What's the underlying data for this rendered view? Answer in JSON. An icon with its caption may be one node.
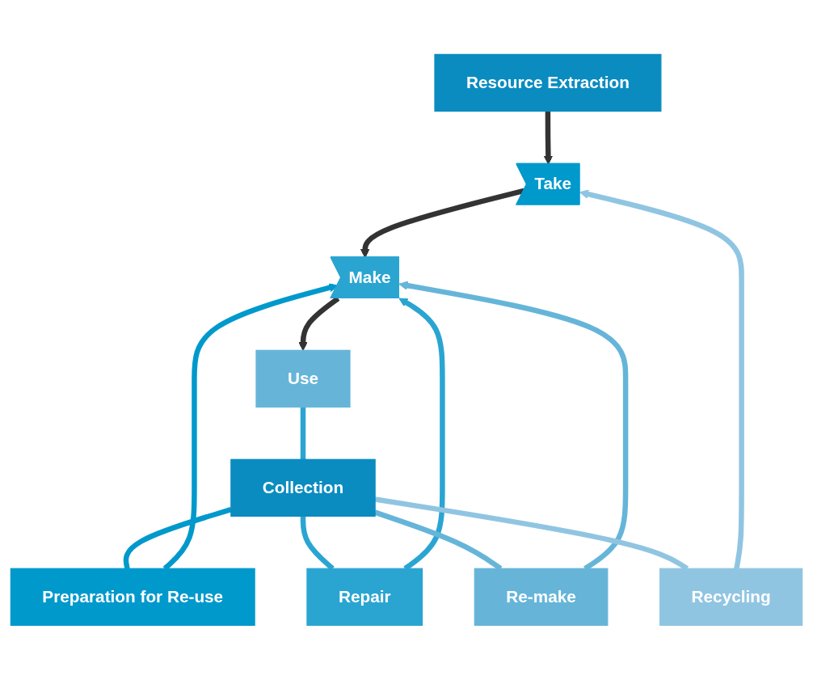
{
  "diagram": {
    "nodes": [
      {
        "text": [
          "Resource Extraction"
        ]
      },
      {
        "text": [
          "Take"
        ]
      },
      {
        "text": [
          "Make"
        ]
      },
      {
        "text": [
          "Use"
        ]
      },
      {
        "text": [
          "Collection"
        ]
      },
      {
        "text": [
          "Preparation for Re-use"
        ]
      },
      {
        "text": [
          "Repair"
        ]
      },
      {
        "text": [
          "Re-make"
        ]
      },
      {
        "text": [
          "Recycling"
        ]
      }
    ],
    "edges": [
      {
        "from": 0,
        "to": 1,
        "arrow": "to"
      },
      {
        "from": 1,
        "to": 2,
        "arrow": "to"
      },
      {
        "from": 2,
        "to": 3,
        "arrow": "to"
      },
      {
        "from": 3,
        "to": 4,
        "arrow": "none",
        "color": "#2aa5d2"
      },
      {
        "from": 4,
        "to": 5,
        "arrow": "none",
        "color": "#0099cc"
      },
      {
        "from": 5,
        "to": 2,
        "arrow": "to",
        "color": "#0099cc"
      },
      {
        "from": 4,
        "to": 6,
        "arrow": "none",
        "color": "#2aa5d2"
      },
      {
        "from": 6,
        "to": 2,
        "arrow": "to",
        "color": "#2aa5d2"
      },
      {
        "from": 4,
        "to": 7,
        "arrow": "none",
        "color": "#66b5d9"
      },
      {
        "from": 7,
        "to": 2,
        "arrow": "to",
        "color": "#66b5d9"
      },
      {
        "from": 4,
        "to": 8,
        "arrow": "none",
        "color": "#90c5e2"
      },
      {
        "from": 8,
        "to": 1,
        "arrow": "to",
        "color": "#90c5e2"
      }
    ]
  }
}
